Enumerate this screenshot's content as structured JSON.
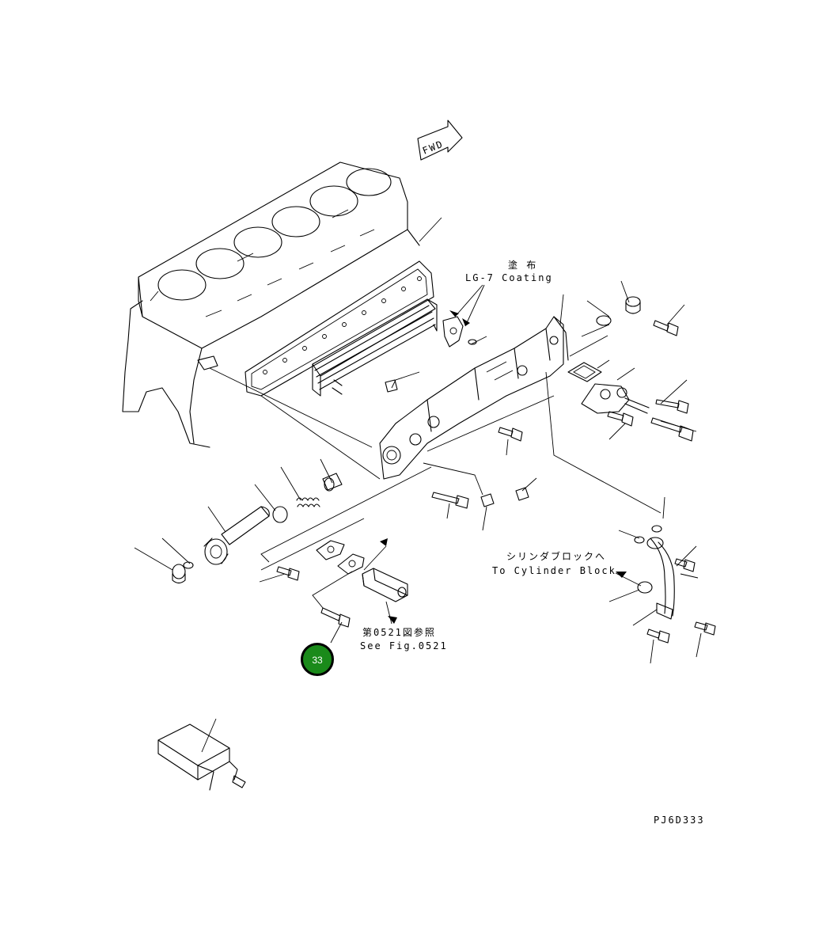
{
  "diagram": {
    "fwd_label": "FWD",
    "coating_jp": "塗 布",
    "coating_en": "LG-7 Coating",
    "cylinder_jp": "シリンダブロックへ",
    "cylinder_en": "To Cylinder Block",
    "see_fig_jp": "第0521図参照",
    "see_fig_en": "See Fig.0521",
    "drawing_code": "PJ6D333",
    "callout_badge": {
      "label": "33",
      "color": "#1a8a1a",
      "border": "#000000"
    }
  }
}
